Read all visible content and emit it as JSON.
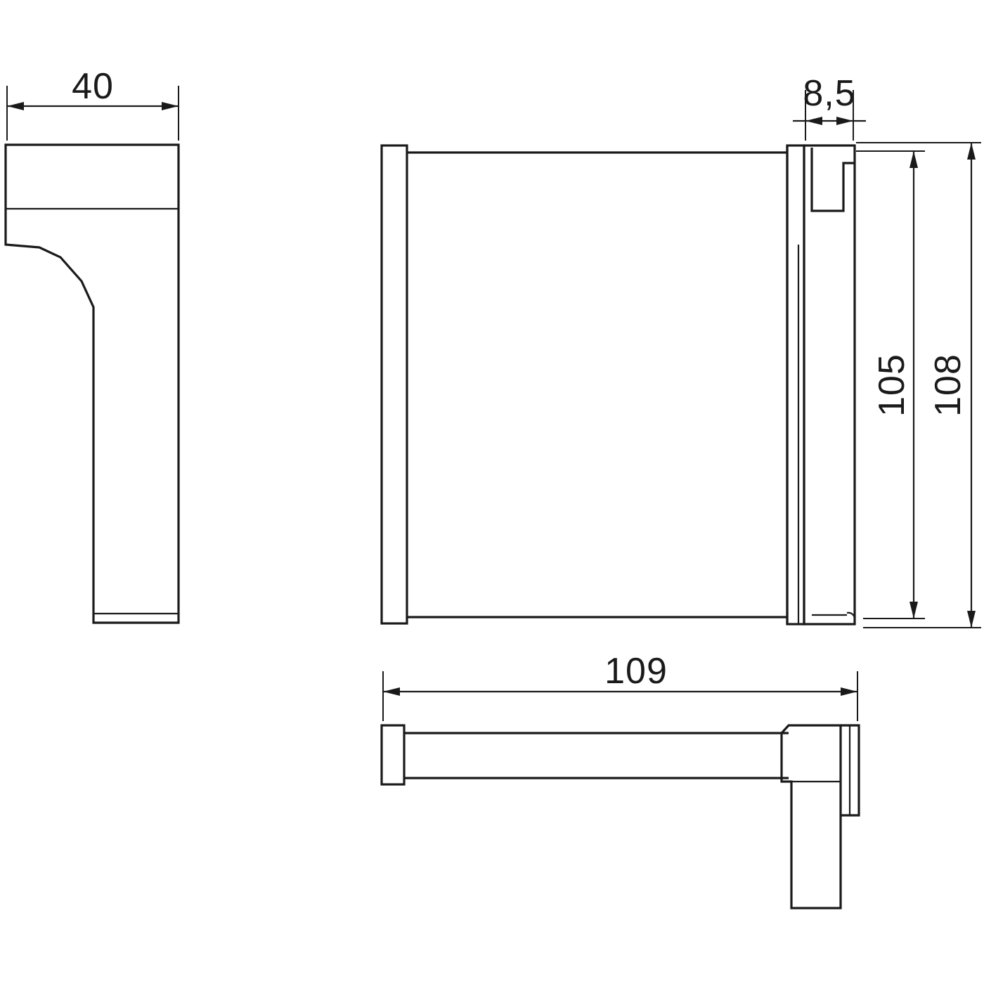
{
  "drawing": {
    "title": "Technical dimension drawing of a wall-mounted toilet roll holder",
    "line_color": "#1a1a1a",
    "background_color": "#ffffff",
    "unit": "mm",
    "views": [
      {
        "name": "side-view",
        "label": ""
      },
      {
        "name": "front-view",
        "label": ""
      },
      {
        "name": "top-view",
        "label": ""
      }
    ]
  },
  "dimensions": {
    "width_40": "40",
    "depth_85": "8,5",
    "height_105": "105",
    "height_108": "108",
    "length_109": "109"
  },
  "chart_data": {
    "type": "table",
    "title": "Dimension callouts (mm)",
    "categories": [
      "40",
      "8,5",
      "105",
      "108",
      "109"
    ],
    "values": [
      40,
      8.5,
      105,
      108,
      109
    ]
  }
}
